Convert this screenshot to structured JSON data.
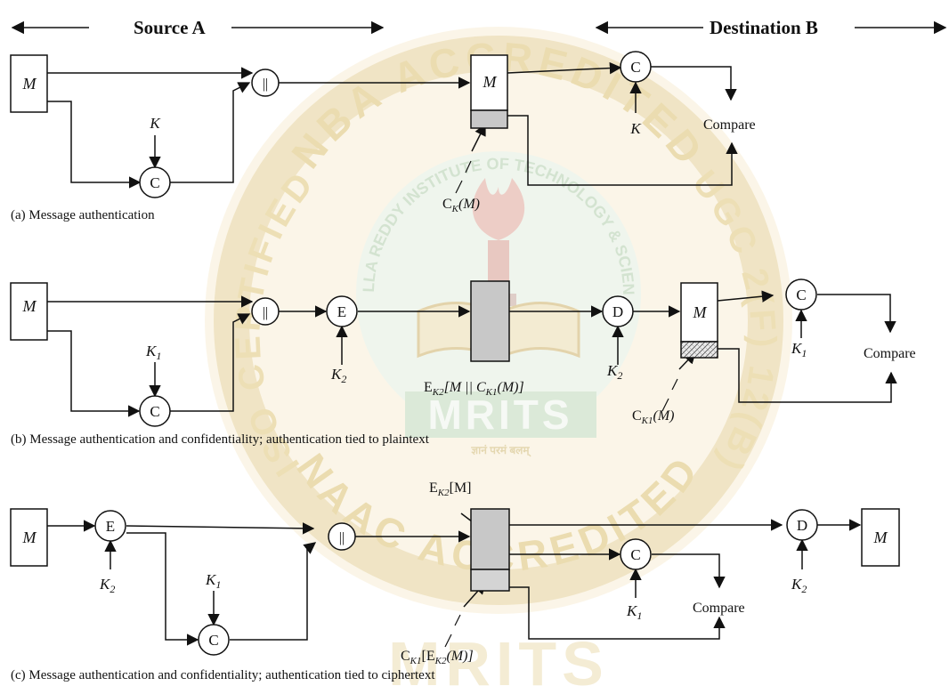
{
  "headers": {
    "source": "Source A",
    "destination": "Destination B"
  },
  "ops": {
    "concat": "||",
    "mac": "C",
    "encrypt": "E",
    "decrypt": "D"
  },
  "symbols": {
    "message": "M",
    "key": "K",
    "key1": "K",
    "key1_sub": "1",
    "key2": "K",
    "key2_sub": "2",
    "compare": "Compare"
  },
  "panel_a": {
    "caption": "(a) Message authentication",
    "tag_label": "C",
    "tag_sub": "K",
    "tag_arg": "(M)"
  },
  "panel_b": {
    "caption": "(b) Message authentication and confidentiality; authentication tied to plaintext",
    "cipher_label_pre": "E",
    "cipher_label_sub": "K2",
    "cipher_label_mid": "[M || C",
    "cipher_label_sub2": "K1",
    "cipher_label_end": "(M)]",
    "tag_label": "C",
    "tag_sub": "K1",
    "tag_arg": "(M)"
  },
  "panel_c": {
    "caption": "(c) Message authentication and confidentiality; authentication tied to ciphertext",
    "top_label_pre": "E",
    "top_label_sub": "K2",
    "top_label_arg": "[M]",
    "tag_label_pre": "C",
    "tag_label_sub": "K1",
    "tag_label_mid": "[E",
    "tag_label_sub2": "K2",
    "tag_label_end": "(M)]"
  },
  "watermark": {
    "top_arc": "NBA ACCREDITED",
    "inner_arc": "MALLA REDDY INSTITUTE OF TECHNOLOGY & SCIENCE",
    "left_arc": "ISO CERTIFIED",
    "right_arc": "UGC 2(F) 12(B)",
    "bottom_arc": "NAAC ACCREDITED",
    "emblem": "MRITS",
    "tagline": "ज्ञानं परमं बलम्"
  },
  "colors": {
    "line": "#111111",
    "block_fill": "#c8c8c8",
    "watermark_gold": "#e9d9a8",
    "watermark_green": "#cfe0cc",
    "watermark_red": "#e8c7c0"
  }
}
